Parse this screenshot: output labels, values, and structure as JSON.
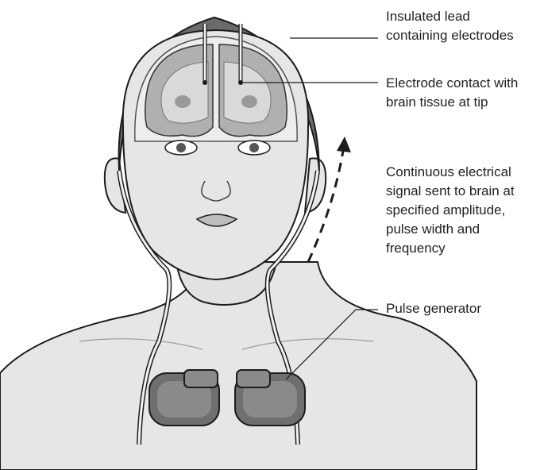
{
  "labels": {
    "insulated_lead": [
      "Insulated lead",
      "containing electrodes"
    ],
    "electrode_contact": [
      "Electrode contact with",
      "brain tissue at tip"
    ],
    "signal": [
      "Continuous electrical",
      "signal sent to brain at",
      "specified amplitude,",
      "pulse width and",
      "frequency"
    ],
    "pulse_generator": [
      "Pulse generator"
    ]
  },
  "colors": {
    "skin": "#e6e6e6",
    "outline": "#1c1c1c",
    "hair": "#6b6b6b",
    "brain": "#b0b0b0",
    "brain_white": "#d9d9d9",
    "generator": "#6f6f6f",
    "generator_inner": "#8a8a8a",
    "lead": "#f2f2f2"
  }
}
